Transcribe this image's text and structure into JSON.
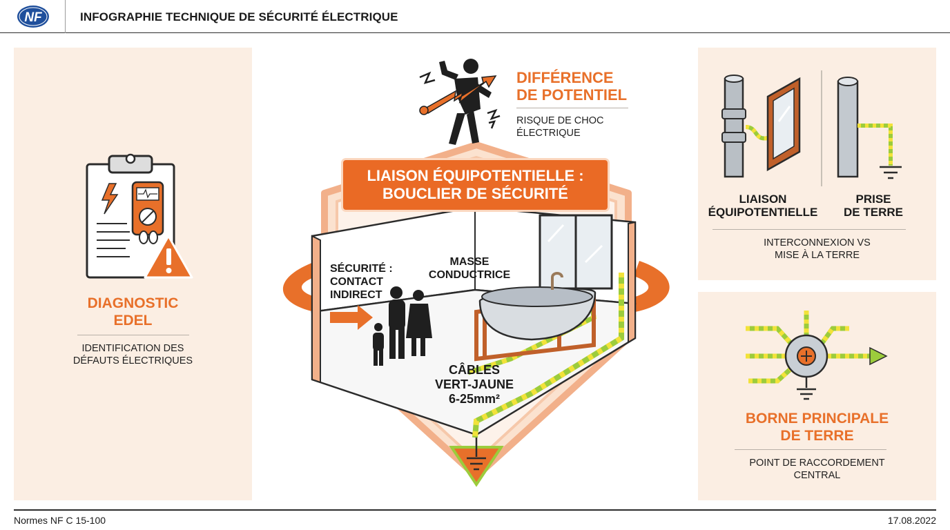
{
  "header": {
    "logo_text": "NF",
    "title": "INFOGRAPHIE TECHNIQUE DE SÉCURITÉ ÉLECTRIQUE"
  },
  "left_panel": {
    "title_line1": "DIAGNOSTIC",
    "title_line2": "EDEL",
    "desc_line1": "IDENTIFICATION DES",
    "desc_line2": "DÉFAUTS ÉLECTRIQUES"
  },
  "center": {
    "potential_title_line1": "DIFFÉRENCE",
    "potential_title_line2": "DE POTENTIEL",
    "potential_desc_line1": "RISQUE DE CHOC",
    "potential_desc_line2": "ÉLECTRIQUE",
    "banner_line1": "LIAISON ÉQUIPOTENTIELLE :",
    "banner_line2": "BOUCLIER DE SÉCURITÉ",
    "label_security_1": "SÉCURITÉ :",
    "label_security_2": "CONTACT",
    "label_security_3": "INDIRECT",
    "label_mass_1": "MASSE",
    "label_mass_2": "CONDUCTRICE",
    "label_cables_1": "CÂBLES",
    "label_cables_2": "VERT-JAUNE",
    "label_cables_3": "6-25mm²"
  },
  "right_top": {
    "label_left_1": "LIAISON",
    "label_left_2": "ÉQUIPOTENTIELLE",
    "label_right_1": "PRISE",
    "label_right_2": "DE TERRE",
    "desc_line1": "INTERCONNEXION VS",
    "desc_line2": "MISE À LA TERRE"
  },
  "right_bottom": {
    "title_line1": "BORNE PRINCIPALE",
    "title_line2": "DE TERRE",
    "desc_line1": "POINT DE RACCORDEMENT",
    "desc_line2": "CENTRAL"
  },
  "footer": {
    "left": "Normes NF C 15-100",
    "right": "17.08.2022"
  },
  "colors": {
    "accent": "#e8702a",
    "panel_bg": "#fbeee3",
    "wire_green": "#9ccc3c",
    "wire_yellow": "#f2e23a"
  }
}
